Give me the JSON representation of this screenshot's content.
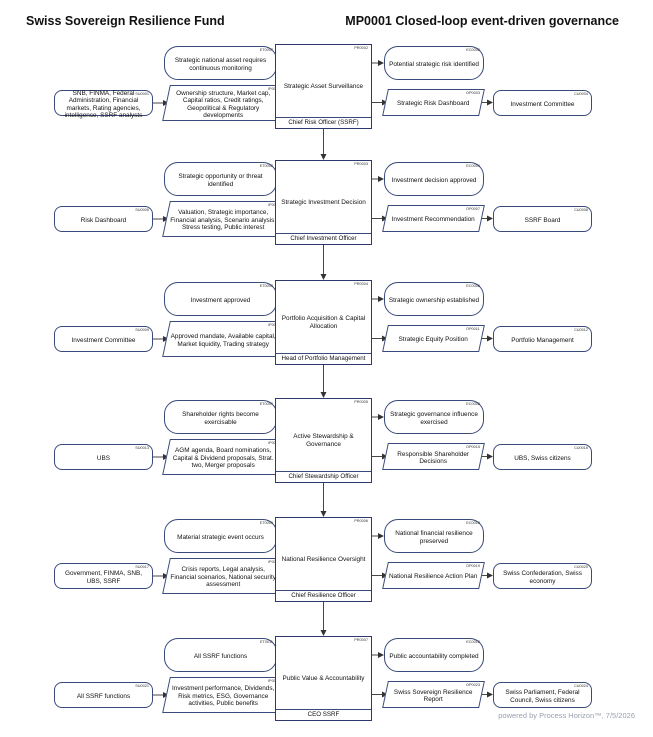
{
  "header": {
    "org": "Swiss Sovereign Resilience Fund",
    "title": "MP0001 Closed-loop event-driven governance"
  },
  "footer": "powered by Process Horizon™, 7/5/2026",
  "rows": [
    {
      "event_in": {
        "code": "ET0007",
        "text": "Strategic national asset requires continuous monitoring"
      },
      "supplier": {
        "code": "SU0001",
        "text": "SNB, FINMA, Federal Administration, Financial markets, Rating agencies, intelligence, SSRF analysts"
      },
      "input": {
        "code": "IP0002",
        "text": "Ownership structure, Market cap, Capital ratios, Credit ratings, Geopolitical & Regulatory developments"
      },
      "process": {
        "code": "PR0002",
        "text": "Strategic Asset Surveillance",
        "owner": "Chief Risk Officer (SSRF)"
      },
      "event_out": {
        "code": "EC0002",
        "text": "Potential strategic risk identified"
      },
      "output": {
        "code": "OP0003",
        "text": "Strategic Risk Dashboard"
      },
      "customer": {
        "code": "CU0004",
        "text": "Investment Committee"
      }
    },
    {
      "event_in": {
        "code": "ET0002",
        "text": "Strategic opportunity or threat identified"
      },
      "supplier": {
        "code": "SU0005",
        "text": "Risk Dashboard"
      },
      "input": {
        "code": "IP0006",
        "text": "Valuation, Strategic importance, Financial analysis, Scenario analysis, Stress testing, Public interest"
      },
      "process": {
        "code": "PR0003",
        "text": "Strategic Investment Decision",
        "owner": "Chief Investment Officer"
      },
      "event_out": {
        "code": "EC0004",
        "text": "Investment decision approved"
      },
      "output": {
        "code": "OP0007",
        "text": "Investment Recommendation"
      },
      "customer": {
        "code": "CU0008",
        "text": "SSRF Board"
      }
    },
    {
      "event_in": {
        "code": "ET0003",
        "text": "Investment approved"
      },
      "supplier": {
        "code": "SU0009",
        "text": "Investment Committee"
      },
      "input": {
        "code": "IP0010",
        "text": "Approved mandate, Available capital, Market liquidity, Trading strategy"
      },
      "process": {
        "code": "PR0004",
        "text": "Portfolio Acquisition & Capital Allocation",
        "owner": "Head of Portfolio Management"
      },
      "event_out": {
        "code": "EC0006",
        "text": "Strategic ownership established"
      },
      "output": {
        "code": "OP0011",
        "text": "Strategic Equity Position"
      },
      "customer": {
        "code": "CU0012",
        "text": "Portfolio Management"
      }
    },
    {
      "event_in": {
        "code": "ET0007",
        "text": "Shareholder rights become exercisable"
      },
      "supplier": {
        "code": "SU0013",
        "text": "UBS"
      },
      "input": {
        "code": "IP0014",
        "text": "AGM agenda, Board nominations, Capital & Dividend proposals, Strat. two, Merger proposals"
      },
      "process": {
        "code": "PR0005",
        "text": "Active Stewardship & Governance",
        "owner": "Chief Stewardship Officer"
      },
      "event_out": {
        "code": "EC0008",
        "text": "Strategic governance influence exercised"
      },
      "output": {
        "code": "OP0015",
        "text": "Responsible Shareholder Decisions"
      },
      "customer": {
        "code": "CU0016",
        "text": "UBS, Swiss citizens"
      }
    },
    {
      "event_in": {
        "code": "ET0009",
        "text": "Material strategic event occurs"
      },
      "supplier": {
        "code": "SU0017",
        "text": "Government, FINMA, SNB, UBS, SSRF"
      },
      "input": {
        "code": "IP0018",
        "text": "Crisis reports, Legal analysis, Financial scenarios, National security assessment"
      },
      "process": {
        "code": "PR0006",
        "text": "National Resilience Oversight",
        "owner": "Chief Resilience Officer"
      },
      "event_out": {
        "code": "EC0010",
        "text": "National financial resilience preserved"
      },
      "output": {
        "code": "OP0019",
        "text": "National Resilience Action Plan"
      },
      "customer": {
        "code": "CU0020",
        "text": "Swiss Confederation, Swiss economy"
      }
    },
    {
      "event_in": {
        "code": "ET0011",
        "text": "All SSRF functions"
      },
      "supplier": {
        "code": "SU0021",
        "text": "All SSRF functions"
      },
      "input": {
        "code": "IP0022",
        "text": "Investment performance, Dividends, Risk metrics, ESG, Governance activities, Public benefits"
      },
      "process": {
        "code": "PR0007",
        "text": "Public Value & Accountability",
        "owner": "CEO SSRF"
      },
      "event_out": {
        "code": "EC0012",
        "text": "Public accountability completed"
      },
      "output": {
        "code": "OP0023",
        "text": "Swiss Sovereign Resilience Report"
      },
      "customer": {
        "code": "CU0024",
        "text": "Swiss Parliament, Federal Council, Swiss citizens"
      }
    }
  ]
}
